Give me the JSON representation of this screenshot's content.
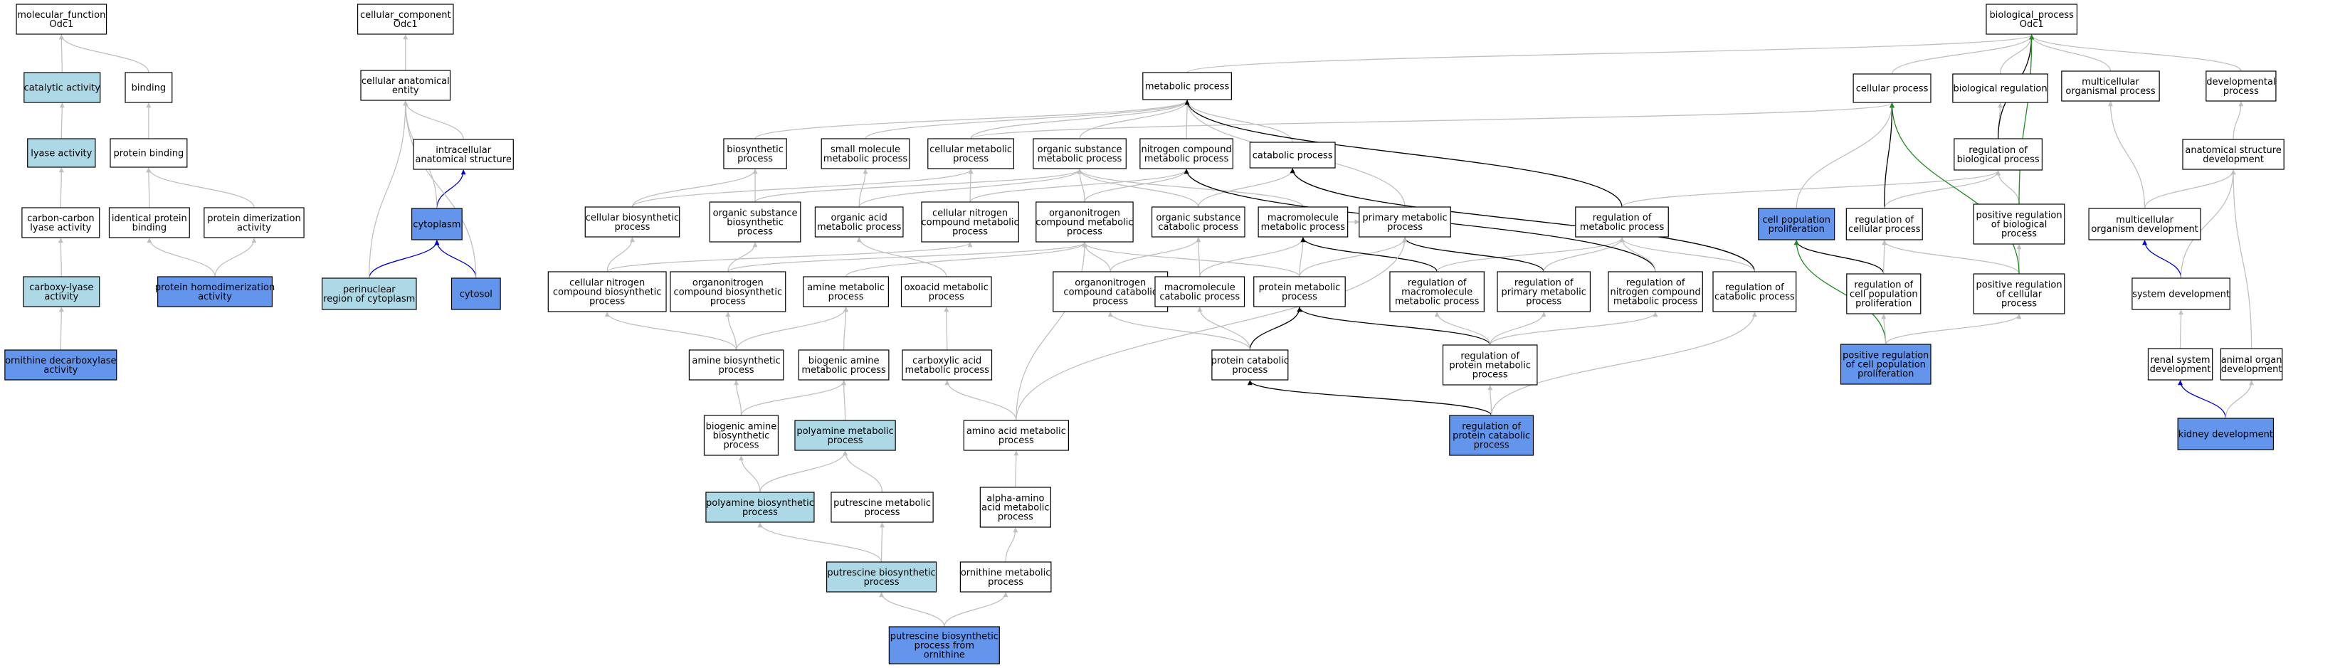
{
  "colors": {
    "plain": "#ffffff",
    "light": "#add8e6",
    "strong": "#6495ed",
    "edge_gray": "#c0c0c0",
    "edge_black": "#000000",
    "edge_blue": "#0000cd",
    "edge_green": "#228b22"
  },
  "nodes": [
    {
      "id": "mf",
      "lines": [
        "molecular_function",
        "Odc1"
      ],
      "fill": "plain"
    },
    {
      "id": "catalytic",
      "lines": [
        "catalytic activity"
      ],
      "fill": "light"
    },
    {
      "id": "binding",
      "lines": [
        "binding"
      ],
      "fill": "plain"
    },
    {
      "id": "lyase",
      "lines": [
        "lyase activity"
      ],
      "fill": "light"
    },
    {
      "id": "protbind",
      "lines": [
        "protein binding"
      ],
      "fill": "plain"
    },
    {
      "id": "cclyase",
      "lines": [
        "carbon-carbon",
        "lyase activity"
      ],
      "fill": "plain"
    },
    {
      "id": "identprot",
      "lines": [
        "identical protein",
        "binding"
      ],
      "fill": "plain"
    },
    {
      "id": "protdimer",
      "lines": [
        "protein dimerization",
        "activity"
      ],
      "fill": "plain"
    },
    {
      "id": "carboxylyase",
      "lines": [
        "carboxy-lyase",
        "activity"
      ],
      "fill": "light"
    },
    {
      "id": "homodimer",
      "lines": [
        "protein homodimerization",
        "activity"
      ],
      "fill": "strong"
    },
    {
      "id": "odc",
      "lines": [
        "ornithine decarboxylase",
        "activity"
      ],
      "fill": "strong"
    },
    {
      "id": "cc",
      "lines": [
        "cellular_component",
        "Odc1"
      ],
      "fill": "plain"
    },
    {
      "id": "cae",
      "lines": [
        "cellular anatomical",
        "entity"
      ],
      "fill": "plain"
    },
    {
      "id": "intracell",
      "lines": [
        "intracellular",
        "anatomical structure"
      ],
      "fill": "plain"
    },
    {
      "id": "cytoplasm",
      "lines": [
        "cytoplasm"
      ],
      "fill": "strong"
    },
    {
      "id": "perinuclear",
      "lines": [
        "perinuclear",
        "region of cytoplasm"
      ],
      "fill": "light"
    },
    {
      "id": "cytosol",
      "lines": [
        "cytosol"
      ],
      "fill": "strong"
    },
    {
      "id": "metab",
      "lines": [
        "metabolic process"
      ],
      "fill": "plain"
    },
    {
      "id": "biosynth",
      "lines": [
        "biosynthetic",
        "process"
      ],
      "fill": "plain"
    },
    {
      "id": "smallmol",
      "lines": [
        "small molecule",
        "metabolic process"
      ],
      "fill": "plain"
    },
    {
      "id": "cellmetab",
      "lines": [
        "cellular metabolic",
        "process"
      ],
      "fill": "plain"
    },
    {
      "id": "orgsubst",
      "lines": [
        "organic substance",
        "metabolic process"
      ],
      "fill": "plain"
    },
    {
      "id": "nitrocomp",
      "lines": [
        "nitrogen compound",
        "metabolic process"
      ],
      "fill": "plain"
    },
    {
      "id": "catab",
      "lines": [
        "catabolic process"
      ],
      "fill": "plain"
    },
    {
      "id": "cellbiosynth",
      "lines": [
        "cellular biosynthetic",
        "process"
      ],
      "fill": "plain"
    },
    {
      "id": "orgsubbiosyn",
      "lines": [
        "organic substance",
        "biosynthetic",
        "process"
      ],
      "fill": "plain"
    },
    {
      "id": "orgacid",
      "lines": [
        "organic acid",
        "metabolic process"
      ],
      "fill": "plain"
    },
    {
      "id": "cellnitro",
      "lines": [
        "cellular nitrogen",
        "compound metabolic",
        "process"
      ],
      "fill": "plain"
    },
    {
      "id": "organonitro",
      "lines": [
        "organonitrogen",
        "compound metabolic",
        "process"
      ],
      "fill": "plain"
    },
    {
      "id": "orgsubcatab",
      "lines": [
        "organic substance",
        "catabolic process"
      ],
      "fill": "plain"
    },
    {
      "id": "macromol",
      "lines": [
        "macromolecule",
        "metabolic process"
      ],
      "fill": "plain"
    },
    {
      "id": "primary",
      "lines": [
        "primary metabolic",
        "process"
      ],
      "fill": "plain"
    },
    {
      "id": "regmetab",
      "lines": [
        "regulation of",
        "metabolic process"
      ],
      "fill": "plain"
    },
    {
      "id": "cellnitrobio",
      "lines": [
        "cellular nitrogen",
        "compound biosynthetic",
        "process"
      ],
      "fill": "plain"
    },
    {
      "id": "organonitrobio",
      "lines": [
        "organonitrogen",
        "compound biosynthetic",
        "process"
      ],
      "fill": "plain"
    },
    {
      "id": "amine",
      "lines": [
        "amine metabolic",
        "process"
      ],
      "fill": "plain"
    },
    {
      "id": "oxoacid",
      "lines": [
        "oxoacid metabolic",
        "process"
      ],
      "fill": "plain"
    },
    {
      "id": "organonitrocat",
      "lines": [
        "organonitrogen",
        "compound catabolic",
        "process"
      ],
      "fill": "plain"
    },
    {
      "id": "macromolcat",
      "lines": [
        "macromolecule",
        "catabolic process"
      ],
      "fill": "plain"
    },
    {
      "id": "protmetab",
      "lines": [
        "protein metabolic",
        "process"
      ],
      "fill": "plain"
    },
    {
      "id": "regmacro",
      "lines": [
        "regulation of",
        "macromolecule",
        "metabolic process"
      ],
      "fill": "plain"
    },
    {
      "id": "regprimary",
      "lines": [
        "regulation of",
        "primary metabolic",
        "process"
      ],
      "fill": "plain"
    },
    {
      "id": "regnitro",
      "lines": [
        "regulation of",
        "nitrogen compound",
        "metabolic process"
      ],
      "fill": "plain"
    },
    {
      "id": "regcatab",
      "lines": [
        "regulation of",
        "catabolic process"
      ],
      "fill": "plain"
    },
    {
      "id": "aminebio",
      "lines": [
        "amine biosynthetic",
        "process"
      ],
      "fill": "plain"
    },
    {
      "id": "biogenic",
      "lines": [
        "biogenic amine",
        "metabolic process"
      ],
      "fill": "plain"
    },
    {
      "id": "carboxylic",
      "lines": [
        "carboxylic acid",
        "metabolic process"
      ],
      "fill": "plain"
    },
    {
      "id": "protcatab",
      "lines": [
        "protein catabolic",
        "process"
      ],
      "fill": "plain"
    },
    {
      "id": "regprotmetab",
      "lines": [
        "regulation of",
        "protein metabolic",
        "process"
      ],
      "fill": "plain"
    },
    {
      "id": "biogenicbio",
      "lines": [
        "biogenic amine",
        "biosynthetic",
        "process"
      ],
      "fill": "plain"
    },
    {
      "id": "polyamine",
      "lines": [
        "polyamine metabolic",
        "process"
      ],
      "fill": "light"
    },
    {
      "id": "aminoacid",
      "lines": [
        "amino acid metabolic",
        "process"
      ],
      "fill": "plain"
    },
    {
      "id": "regprotcatab",
      "lines": [
        "regulation of",
        "protein catabolic",
        "process"
      ],
      "fill": "strong"
    },
    {
      "id": "polyaminebio",
      "lines": [
        "polyamine biosynthetic",
        "process"
      ],
      "fill": "light"
    },
    {
      "id": "putrescine",
      "lines": [
        "putrescine metabolic",
        "process"
      ],
      "fill": "plain"
    },
    {
      "id": "alphaamino",
      "lines": [
        "alpha-amino",
        "acid metabolic",
        "process"
      ],
      "fill": "plain"
    },
    {
      "id": "putrescinebio",
      "lines": [
        "putrescine biosynthetic",
        "process"
      ],
      "fill": "light"
    },
    {
      "id": "ornithine",
      "lines": [
        "ornithine metabolic",
        "process"
      ],
      "fill": "plain"
    },
    {
      "id": "putrescinefrom",
      "lines": [
        "putrescine biosynthetic",
        "process from",
        "ornithine"
      ],
      "fill": "strong"
    },
    {
      "id": "bp",
      "lines": [
        "biological_process",
        "Odc1"
      ],
      "fill": "plain"
    },
    {
      "id": "cellproc",
      "lines": [
        "cellular process"
      ],
      "fill": "plain"
    },
    {
      "id": "bioreg",
      "lines": [
        "biological regulation"
      ],
      "fill": "plain"
    },
    {
      "id": "multicell",
      "lines": [
        "multicellular",
        "organismal process"
      ],
      "fill": "plain"
    },
    {
      "id": "developmental",
      "lines": [
        "developmental",
        "process"
      ],
      "fill": "plain"
    },
    {
      "id": "regbio",
      "lines": [
        "regulation of",
        "biological process"
      ],
      "fill": "plain"
    },
    {
      "id": "anatomical",
      "lines": [
        "anatomical structure",
        "development"
      ],
      "fill": "plain"
    },
    {
      "id": "cellpop",
      "lines": [
        "cell population",
        "proliferation"
      ],
      "fill": "strong"
    },
    {
      "id": "regcell",
      "lines": [
        "regulation of",
        "cellular process"
      ],
      "fill": "plain"
    },
    {
      "id": "posregbio",
      "lines": [
        "positive regulation",
        "of biological",
        "process"
      ],
      "fill": "plain"
    },
    {
      "id": "multicelldev",
      "lines": [
        "multicellular",
        "organism development"
      ],
      "fill": "plain"
    },
    {
      "id": "regcellpop",
      "lines": [
        "regulation of",
        "cell population",
        "proliferation"
      ],
      "fill": "plain"
    },
    {
      "id": "posregcell",
      "lines": [
        "positive regulation",
        "of cellular",
        "process"
      ],
      "fill": "plain"
    },
    {
      "id": "systemdev",
      "lines": [
        "system development"
      ],
      "fill": "plain"
    },
    {
      "id": "posregcellpop",
      "lines": [
        "positive regulation",
        "of cell population",
        "proliferation"
      ],
      "fill": "strong"
    },
    {
      "id": "renal",
      "lines": [
        "renal system",
        "development"
      ],
      "fill": "plain"
    },
    {
      "id": "animalorgan",
      "lines": [
        "animal organ",
        "development"
      ],
      "fill": "plain"
    },
    {
      "id": "kidney",
      "lines": [
        "kidney development"
      ],
      "fill": "strong"
    }
  ],
  "edges": [
    [
      "catalytic",
      "mf",
      "gray"
    ],
    [
      "binding",
      "mf",
      "gray"
    ],
    [
      "lyase",
      "catalytic",
      "gray"
    ],
    [
      "protbind",
      "binding",
      "gray"
    ],
    [
      "cclyase",
      "lyase",
      "gray"
    ],
    [
      "identprot",
      "protbind",
      "gray"
    ],
    [
      "protdimer",
      "protbind",
      "gray"
    ],
    [
      "carboxylyase",
      "cclyase",
      "gray"
    ],
    [
      "homodimer",
      "identprot",
      "gray"
    ],
    [
      "homodimer",
      "protdimer",
      "gray"
    ],
    [
      "odc",
      "carboxylyase",
      "gray"
    ],
    [
      "cae",
      "cc",
      "gray"
    ],
    [
      "intracell",
      "cae",
      "gray"
    ],
    [
      "cytoplasm",
      "intracell",
      "blue"
    ],
    [
      "cytoplasm",
      "cae",
      "gray"
    ],
    [
      "perinuclear",
      "cytoplasm",
      "blue"
    ],
    [
      "perinuclear",
      "cae",
      "gray"
    ],
    [
      "cytosol",
      "cytoplasm",
      "blue"
    ],
    [
      "cytosol",
      "cae",
      "gray"
    ],
    [
      "metab",
      "bp",
      "gray"
    ],
    [
      "biosynth",
      "metab",
      "gray"
    ],
    [
      "smallmol",
      "metab",
      "gray"
    ],
    [
      "cellmetab",
      "metab",
      "gray"
    ],
    [
      "cellmetab",
      "cellproc",
      "gray"
    ],
    [
      "orgsubst",
      "metab",
      "gray"
    ],
    [
      "nitrocomp",
      "metab",
      "gray"
    ],
    [
      "catab",
      "metab",
      "gray"
    ],
    [
      "cellbiosynth",
      "biosynth",
      "gray"
    ],
    [
      "cellbiosynth",
      "cellmetab",
      "gray"
    ],
    [
      "orgsubbiosyn",
      "biosynth",
      "gray"
    ],
    [
      "orgsubbiosyn",
      "orgsubst",
      "gray"
    ],
    [
      "orgacid",
      "smallmol",
      "gray"
    ],
    [
      "orgacid",
      "orgsubst",
      "gray"
    ],
    [
      "cellnitro",
      "cellmetab",
      "gray"
    ],
    [
      "cellnitro",
      "nitrocomp",
      "gray"
    ],
    [
      "organonitro",
      "orgsubst",
      "gray"
    ],
    [
      "organonitro",
      "nitrocomp",
      "gray"
    ],
    [
      "orgsubcatab",
      "orgsubst",
      "gray"
    ],
    [
      "orgsubcatab",
      "catab",
      "gray"
    ],
    [
      "macromol",
      "orgsubst",
      "gray"
    ],
    [
      "macromol",
      "primary",
      "gray"
    ],
    [
      "primary",
      "metab",
      "gray"
    ],
    [
      "regmetab",
      "metab",
      "black"
    ],
    [
      "regmetab",
      "regbio",
      "gray"
    ],
    [
      "cellnitrobio",
      "cellbiosynth",
      "gray"
    ],
    [
      "cellnitrobio",
      "cellnitro",
      "gray"
    ],
    [
      "organonitrobio",
      "orgsubbiosyn",
      "gray"
    ],
    [
      "organonitrobio",
      "organonitro",
      "gray"
    ],
    [
      "amine",
      "organonitro",
      "gray"
    ],
    [
      "oxoacid",
      "orgacid",
      "gray"
    ],
    [
      "organonitrocat",
      "organonitro",
      "gray"
    ],
    [
      "organonitrocat",
      "orgsubcatab",
      "gray"
    ],
    [
      "macromolcat",
      "macromol",
      "gray"
    ],
    [
      "macromolcat",
      "orgsubcatab",
      "gray"
    ],
    [
      "protmetab",
      "macromol",
      "gray"
    ],
    [
      "protmetab",
      "organonitro",
      "gray"
    ],
    [
      "protmetab",
      "primary",
      "gray"
    ],
    [
      "regmacro",
      "macromol",
      "black"
    ],
    [
      "regmacro",
      "regmetab",
      "gray"
    ],
    [
      "regprimary",
      "primary",
      "black"
    ],
    [
      "regprimary",
      "regmetab",
      "gray"
    ],
    [
      "regnitro",
      "nitrocomp",
      "black"
    ],
    [
      "regnitro",
      "regmetab",
      "gray"
    ],
    [
      "regcatab",
      "catab",
      "black"
    ],
    [
      "regcatab",
      "regmetab",
      "gray"
    ],
    [
      "aminebio",
      "amine",
      "gray"
    ],
    [
      "aminebio",
      "organonitrobio",
      "gray"
    ],
    [
      "aminebio",
      "cellnitrobio",
      "gray"
    ],
    [
      "biogenic",
      "amine",
      "gray"
    ],
    [
      "carboxylic",
      "oxoacid",
      "gray"
    ],
    [
      "protcatab",
      "protmetab",
      "black"
    ],
    [
      "protcatab",
      "macromolcat",
      "gray"
    ],
    [
      "protcatab",
      "organonitrocat",
      "gray"
    ],
    [
      "regprotmetab",
      "protmetab",
      "black"
    ],
    [
      "regprotmetab",
      "regmacro",
      "gray"
    ],
    [
      "regprotmetab",
      "regprimary",
      "gray"
    ],
    [
      "regprotmetab",
      "regnitro",
      "gray"
    ],
    [
      "biogenicbio",
      "biogenic",
      "gray"
    ],
    [
      "biogenicbio",
      "aminebio",
      "gray"
    ],
    [
      "polyamine",
      "biogenic",
      "gray"
    ],
    [
      "aminoacid",
      "carboxylic",
      "gray"
    ],
    [
      "aminoacid",
      "organonitro",
      "gray"
    ],
    [
      "aminoacid",
      "primary",
      "gray"
    ],
    [
      "regprotcatab",
      "protcatab",
      "black"
    ],
    [
      "regprotcatab",
      "regprotmetab",
      "gray"
    ],
    [
      "regprotcatab",
      "regcatab",
      "gray"
    ],
    [
      "polyaminebio",
      "polyamine",
      "gray"
    ],
    [
      "polyaminebio",
      "biogenicbio",
      "gray"
    ],
    [
      "putrescine",
      "polyamine",
      "gray"
    ],
    [
      "alphaamino",
      "aminoacid",
      "gray"
    ],
    [
      "putrescinebio",
      "putrescine",
      "gray"
    ],
    [
      "putrescinebio",
      "polyaminebio",
      "gray"
    ],
    [
      "ornithine",
      "alphaamino",
      "gray"
    ],
    [
      "putrescinefrom",
      "putrescinebio",
      "gray"
    ],
    [
      "putrescinefrom",
      "ornithine",
      "gray"
    ],
    [
      "cellproc",
      "bp",
      "gray"
    ],
    [
      "bioreg",
      "bp",
      "gray"
    ],
    [
      "multicell",
      "bp",
      "gray"
    ],
    [
      "developmental",
      "bp",
      "gray"
    ],
    [
      "regbio",
      "bioreg",
      "gray"
    ],
    [
      "regbio",
      "bp",
      "black"
    ],
    [
      "anatomical",
      "developmental",
      "gray"
    ],
    [
      "cellpop",
      "cellproc",
      "gray"
    ],
    [
      "regcell",
      "cellproc",
      "black"
    ],
    [
      "regcell",
      "regbio",
      "gray"
    ],
    [
      "posregbio",
      "regbio",
      "gray"
    ],
    [
      "posregbio",
      "bp",
      "green"
    ],
    [
      "multicelldev",
      "anatomical",
      "gray"
    ],
    [
      "multicelldev",
      "multicell",
      "gray"
    ],
    [
      "regcellpop",
      "cellpop",
      "black"
    ],
    [
      "regcellpop",
      "regcell",
      "gray"
    ],
    [
      "posregcell",
      "regcell",
      "gray"
    ],
    [
      "posregcell",
      "posregbio",
      "gray"
    ],
    [
      "posregcell",
      "cellproc",
      "green"
    ],
    [
      "systemdev",
      "multicelldev",
      "blue"
    ],
    [
      "systemdev",
      "anatomical",
      "gray"
    ],
    [
      "posregcellpop",
      "cellpop",
      "green"
    ],
    [
      "posregcellpop",
      "regcellpop",
      "gray"
    ],
    [
      "posregcellpop",
      "posregcell",
      "gray"
    ],
    [
      "renal",
      "systemdev",
      "gray"
    ],
    [
      "animalorgan",
      "anatomical",
      "gray"
    ],
    [
      "kidney",
      "renal",
      "blue"
    ],
    [
      "kidney",
      "animalorgan",
      "gray"
    ]
  ]
}
